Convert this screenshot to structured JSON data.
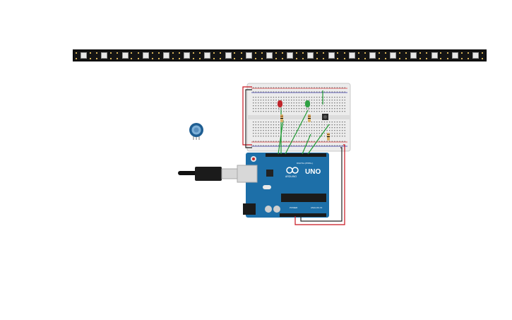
{
  "components": {
    "led_strip": {
      "name": "NeoPixel strip",
      "pixel_count": 20
    },
    "potentiometer": {
      "name": "potentiometer"
    },
    "arduino": {
      "logo_text": "UNO",
      "brand_text": "ARDUINO",
      "digital_label": "DIGITAL (PWM~)",
      "power_label": "POWER",
      "analog_label": "ANALOG IN"
    },
    "breadboard": {
      "name": "breadboard"
    },
    "leds": [
      {
        "color": "#c0262b"
      },
      {
        "color": "#2fa043"
      }
    ],
    "usb_cable": {
      "name": "usb-cable"
    }
  },
  "colors": {
    "wire_red": "#c8141e",
    "wire_black": "#222222",
    "wire_green": "#1e9a32",
    "arduino_blue": "#1d6fa8",
    "breadboard": "#ececec"
  }
}
